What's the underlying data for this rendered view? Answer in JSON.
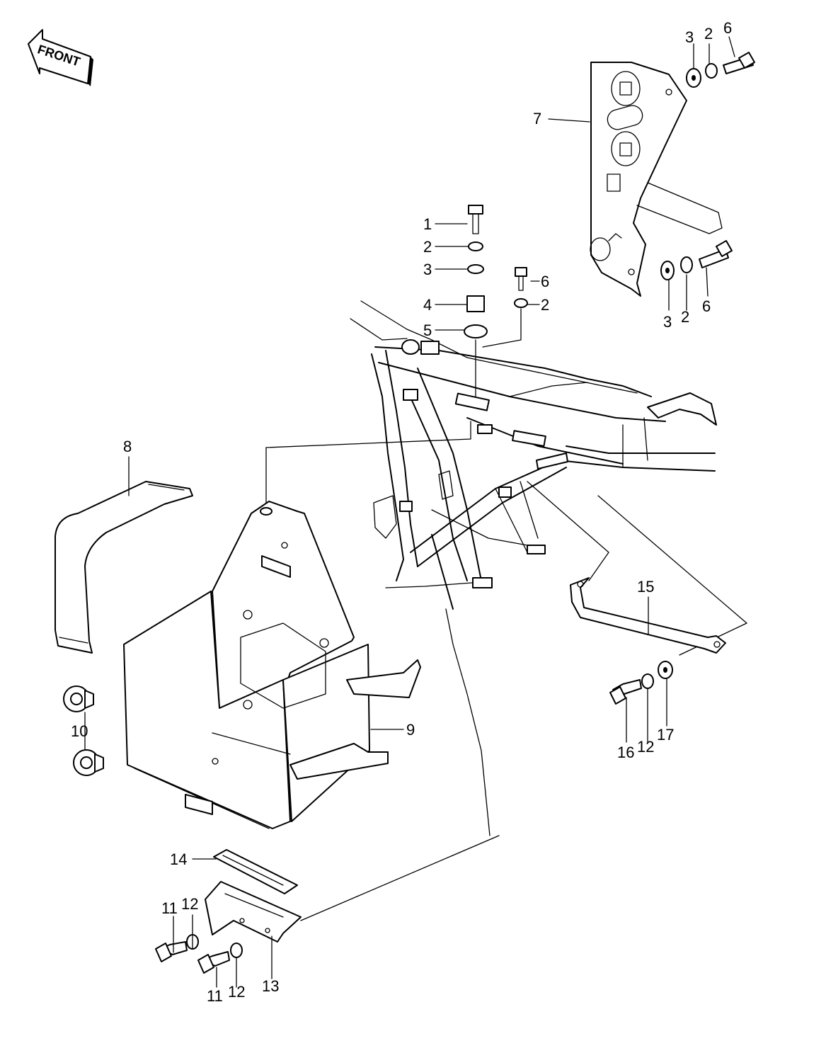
{
  "front_arrow": {
    "label": "FRONT"
  },
  "callouts": [
    {
      "id": "c7",
      "text": "7"
    },
    {
      "id": "c3a",
      "text": "3"
    },
    {
      "id": "c2a",
      "text": "2"
    },
    {
      "id": "c6a",
      "text": "6"
    },
    {
      "id": "c3b",
      "text": "3"
    },
    {
      "id": "c2b",
      "text": "2"
    },
    {
      "id": "c6b",
      "text": "6"
    },
    {
      "id": "c1",
      "text": "1"
    },
    {
      "id": "c2c",
      "text": "2"
    },
    {
      "id": "c3c",
      "text": "3"
    },
    {
      "id": "c4",
      "text": "4"
    },
    {
      "id": "c5",
      "text": "5"
    },
    {
      "id": "c6c",
      "text": "6"
    },
    {
      "id": "c2d",
      "text": "2"
    },
    {
      "id": "c8",
      "text": "8"
    },
    {
      "id": "c9",
      "text": "9"
    },
    {
      "id": "c10",
      "text": "10"
    },
    {
      "id": "c15",
      "text": "15"
    },
    {
      "id": "c16",
      "text": "16"
    },
    {
      "id": "c12a",
      "text": "12"
    },
    {
      "id": "c17",
      "text": "17"
    },
    {
      "id": "c14",
      "text": "14"
    },
    {
      "id": "c11a",
      "text": "11"
    },
    {
      "id": "c12b",
      "text": "12"
    },
    {
      "id": "c13",
      "text": "13"
    },
    {
      "id": "c11b",
      "text": "11"
    },
    {
      "id": "c12c",
      "text": "12"
    }
  ]
}
